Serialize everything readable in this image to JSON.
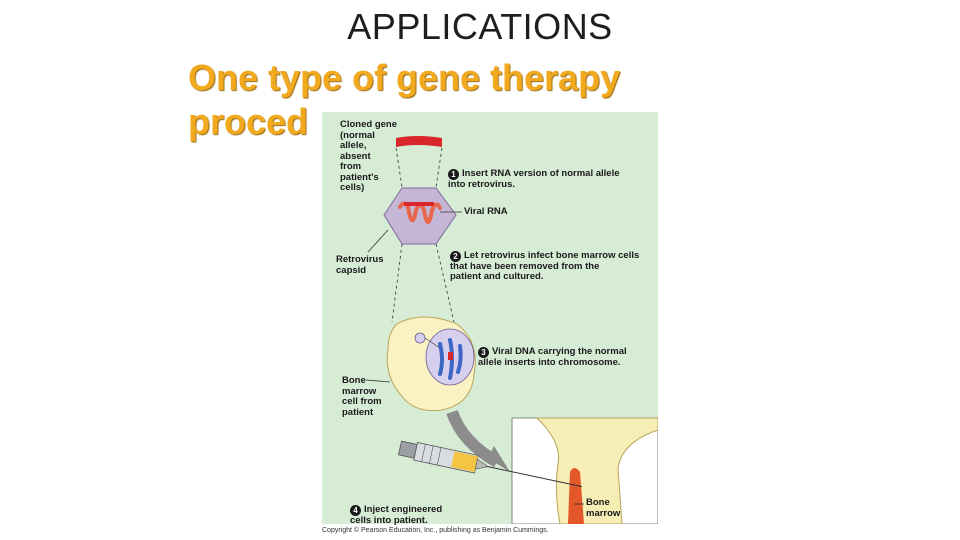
{
  "slide": {
    "title": "APPLICATIONS",
    "subtitle": "One type of gene therapy proced"
  },
  "figure": {
    "labels": {
      "cloned_gene": "Cloned gene\n(normal\nallele,\nabsent\nfrom\npatient's\ncells)",
      "viral_rna": "Viral RNA",
      "retrovirus_capsid": "Retrovirus\ncapsid",
      "bone_marrow_cell": "Bone\nmarrow\ncell from\npatient",
      "bone_marrow": "Bone\nmarrow"
    },
    "steps": [
      {
        "number": "1",
        "text": "Insert RNA version of normal allele\ninto retrovirus."
      },
      {
        "number": "2",
        "text": "Let retrovirus infect bone marrow cells\nthat have been removed from the\npatient and cultured."
      },
      {
        "number": "3",
        "text": "Viral DNA carrying the normal\nallele inserts into chromosome."
      },
      {
        "number": "4",
        "text": "Inject engineered\ncells into patient."
      }
    ],
    "copyright": "Copyright © Pearson Education, Inc., publishing as Benjamin Cummings."
  },
  "colors": {
    "subtitle": "#f2a91e",
    "figure_background": "#d6ecd5",
    "gene": "#d9262b",
    "viral_rna": "#e8674a",
    "capsid": "#c6b6d6",
    "cell": "#fbf2c4",
    "nucleus": "#d6d0ee",
    "chromosome": "#3c67c4",
    "bone": "#f6eeb4",
    "marrow": "#e3572a",
    "syringe_fluid": "#f4c542"
  }
}
